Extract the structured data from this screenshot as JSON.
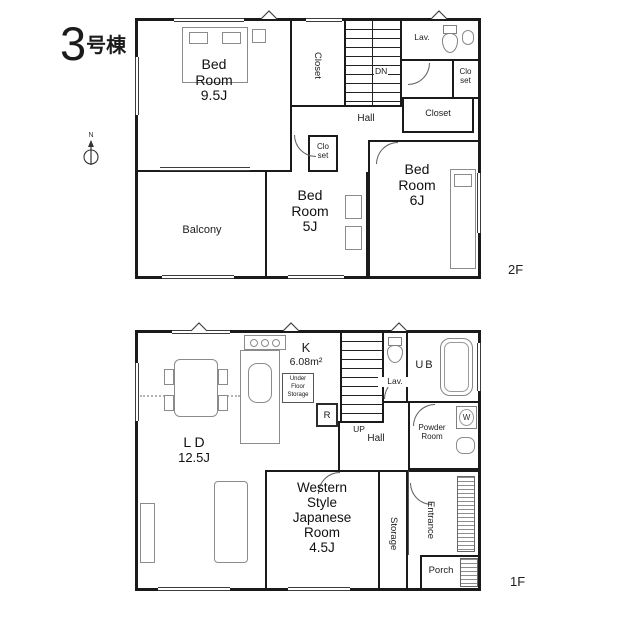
{
  "header": {
    "building_number": "3",
    "building_suffix": "号棟"
  },
  "compass": {
    "north": "N"
  },
  "floor2": {
    "label": "2F",
    "bedroom_main": {
      "name": "Bed Room",
      "size": "9.5J"
    },
    "bedroom_small": {
      "name": "Bed Room",
      "size": "5J"
    },
    "bedroom_mid": {
      "name": "Bed Room",
      "size": "6J"
    },
    "balcony": "Balcony",
    "closet_top": "Closet",
    "closet_right": "Closet",
    "closet_split_right": "Clo set",
    "closet_split_mid": "Clo set",
    "hall": "Hall",
    "lavatory": "Lav.",
    "stairs_down": "DN"
  },
  "floor1": {
    "label": "1F",
    "kitchen": {
      "name": "K",
      "size": "6.08m²"
    },
    "under_floor_storage": "Under Floor Storage",
    "stairs_up": "UP",
    "lavatory": "Lav.",
    "unit_bath": "UB",
    "powder_room": "Powder Room",
    "washer": "W",
    "refrigerator": "R",
    "hall": "Hall",
    "living_dining": {
      "name": "L D",
      "size": "12.5J"
    },
    "western_room": {
      "name": "Western Style Japanese Room",
      "size": "4.5J"
    },
    "storage": "Storage",
    "entrance": "Entrance",
    "porch": "Porch"
  }
}
